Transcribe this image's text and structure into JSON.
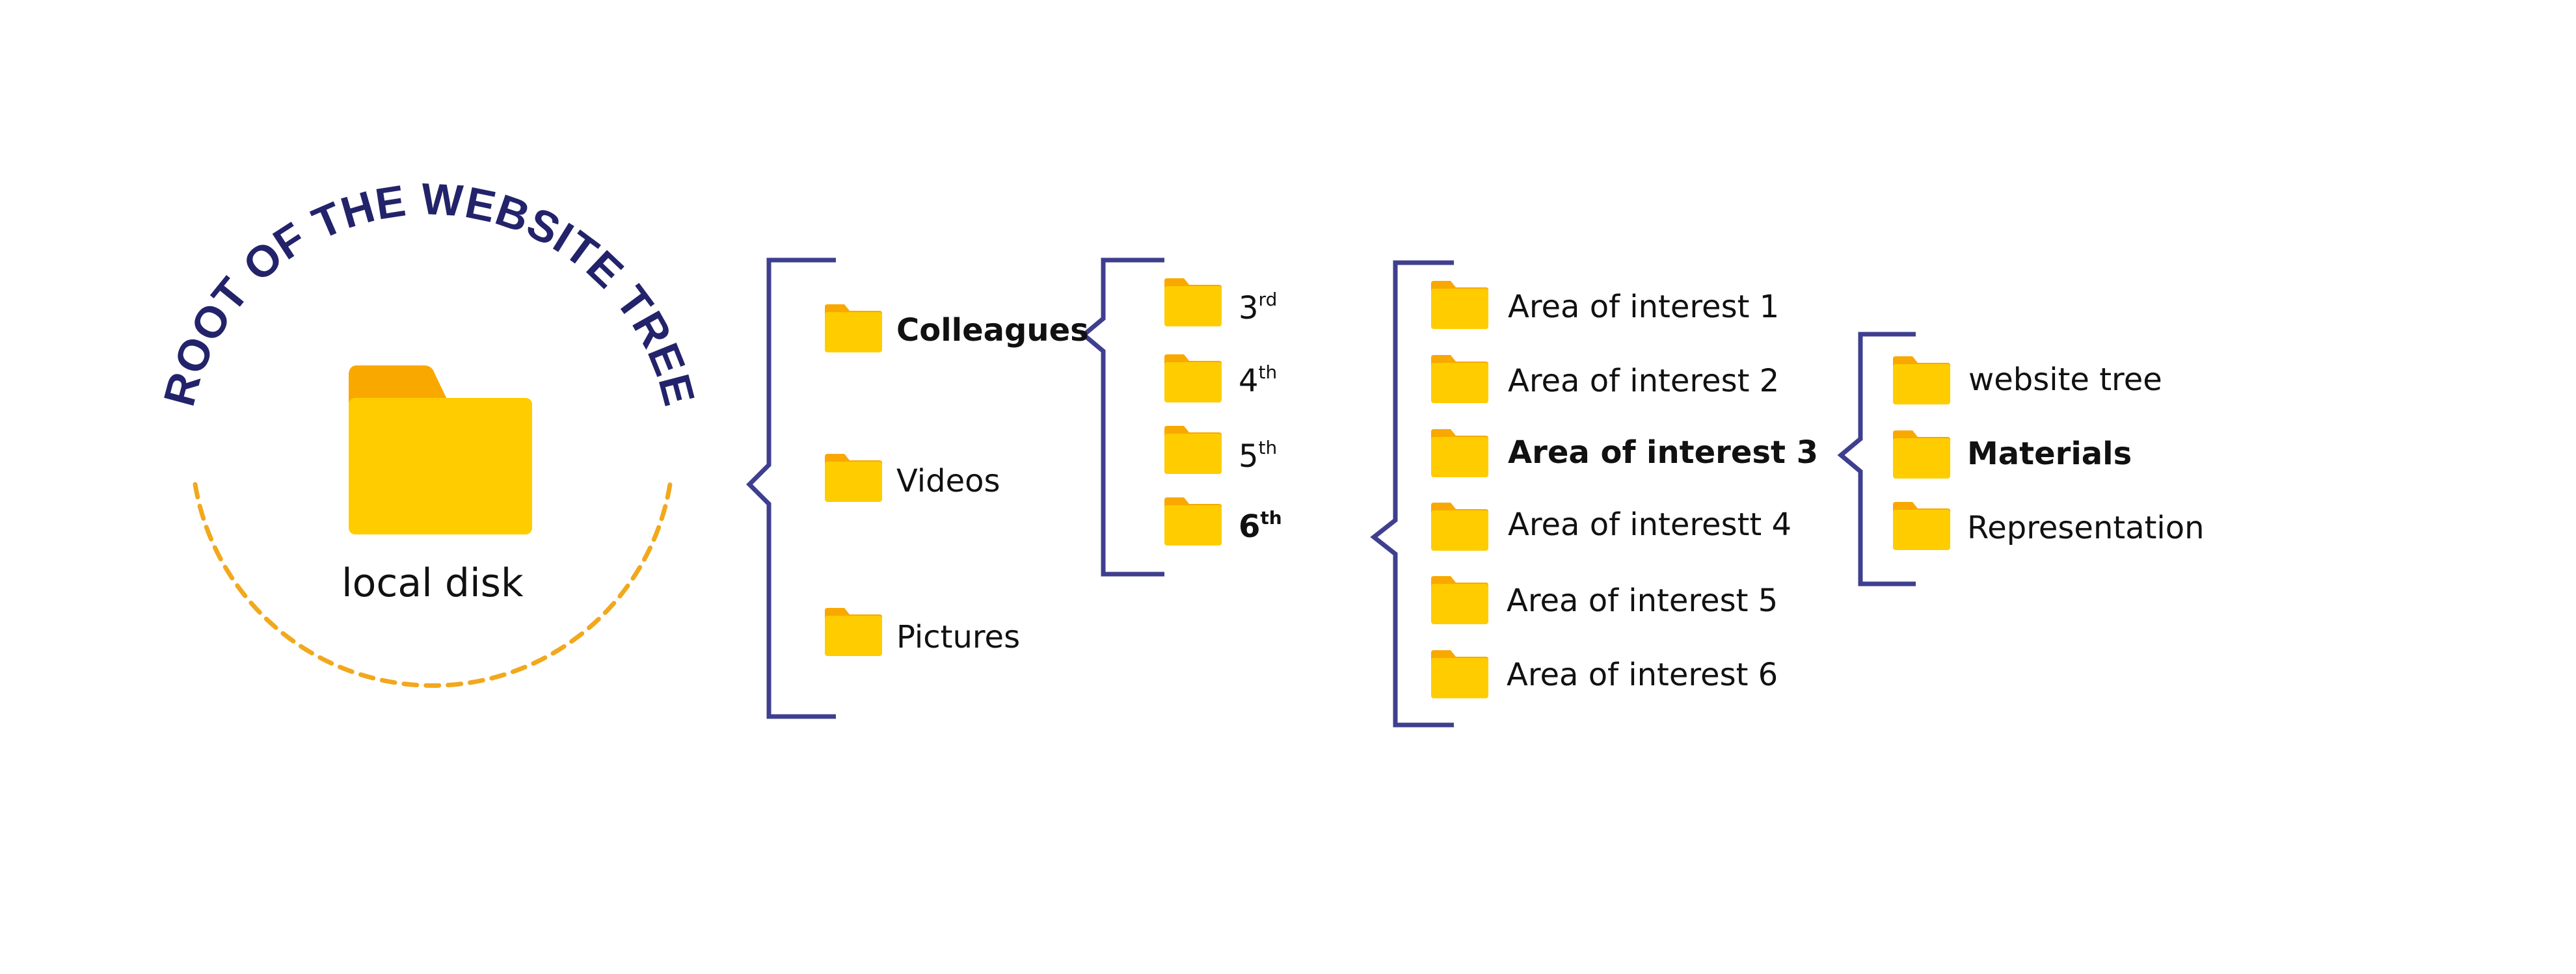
{
  "root": {
    "title": "ROOT OF THE WEBSITE TREE",
    "label": "local disk",
    "icon": "folder-icon"
  },
  "colors": {
    "folder_main": "#FFCC00",
    "folder_tab": "#F9A800",
    "bracket": "#3F3F8F",
    "title": "#23236B",
    "dashed_circle": "#F2A81D"
  },
  "level1": {
    "items": [
      {
        "label": "Colleagues",
        "bold": true
      },
      {
        "label": "Videos",
        "bold": false
      },
      {
        "label": "Pictures",
        "bold": false
      }
    ]
  },
  "level2": {
    "items": [
      {
        "num": "3",
        "suffix": "rd",
        "bold": false
      },
      {
        "num": "4",
        "suffix": "th",
        "bold": false
      },
      {
        "num": "5",
        "suffix": "th",
        "bold": false
      },
      {
        "num": "6",
        "suffix": "th",
        "bold": true
      }
    ]
  },
  "level3": {
    "items": [
      {
        "label": "Area of interest 1",
        "bold": false
      },
      {
        "label": "Area of interest 2",
        "bold": false
      },
      {
        "label": "Area of interest 3",
        "bold": true
      },
      {
        "label": "Area of interestt 4",
        "bold": false
      },
      {
        "label": "Area of interest 5",
        "bold": false
      },
      {
        "label": "Area of interest 6",
        "bold": false
      }
    ]
  },
  "level4": {
    "items": [
      {
        "label": "website tree",
        "bold": false
      },
      {
        "label": "Materials",
        "bold": true
      },
      {
        "label": "Representation",
        "bold": false
      }
    ]
  }
}
